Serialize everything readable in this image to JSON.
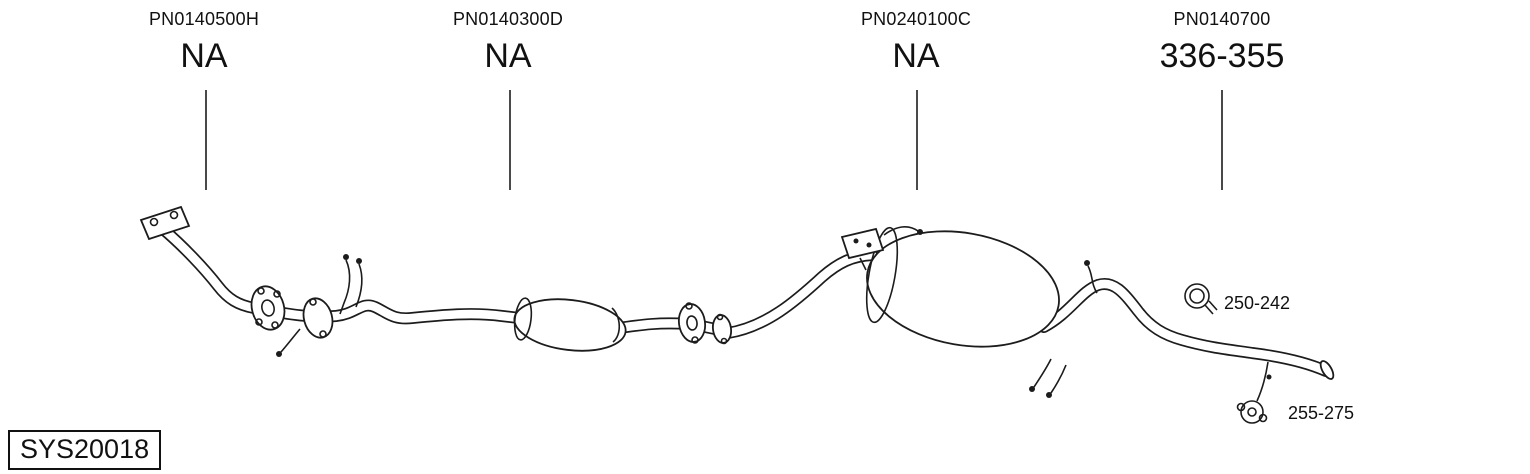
{
  "diagram": {
    "id_label": "SYS20018",
    "callouts": [
      {
        "part_number": "PN0140500H",
        "value": "NA"
      },
      {
        "part_number": "PN0140300D",
        "value": "NA"
      },
      {
        "part_number": "PN0240100C",
        "value": "NA"
      },
      {
        "part_number": "PN0140700",
        "value": "336-355"
      }
    ],
    "side_labels": [
      {
        "value": "250-242"
      },
      {
        "value": "255-275"
      }
    ]
  }
}
